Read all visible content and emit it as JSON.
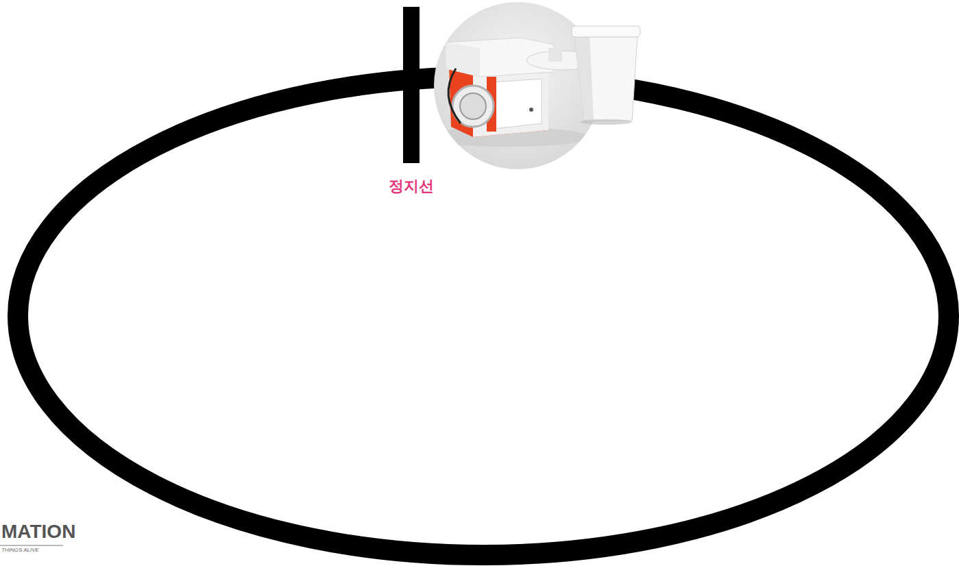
{
  "diagram": {
    "labels": [
      "정지선",
      "MATION",
      "THINGS ALIVE"
    ]
  }
}
